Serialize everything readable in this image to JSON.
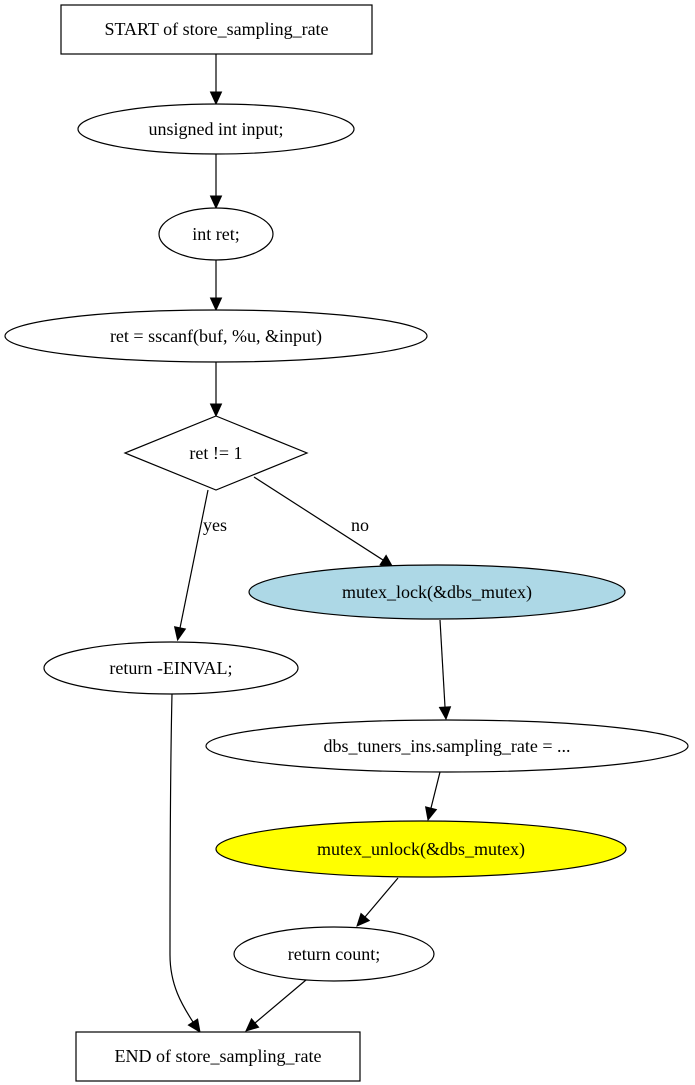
{
  "nodes": {
    "start": "START of store_sampling_rate",
    "decl_input": "unsigned int input;",
    "decl_ret": "int ret;",
    "sscanf": "ret = sscanf(buf, %u, &input)",
    "cond": "ret != 1",
    "lock": "mutex_lock(&dbs_mutex)",
    "return_einval": "return -EINVAL;",
    "assign": "dbs_tuners_ins.sampling_rate = ...",
    "unlock": "mutex_unlock(&dbs_mutex)",
    "return_count": "return count;",
    "end": "END of store_sampling_rate"
  },
  "edges": {
    "yes": "yes",
    "no": "no"
  },
  "colors": {
    "lock_fill": "#add8e6",
    "unlock_fill": "#ffff00",
    "default_fill": "#ffffff",
    "stroke": "#000000"
  }
}
